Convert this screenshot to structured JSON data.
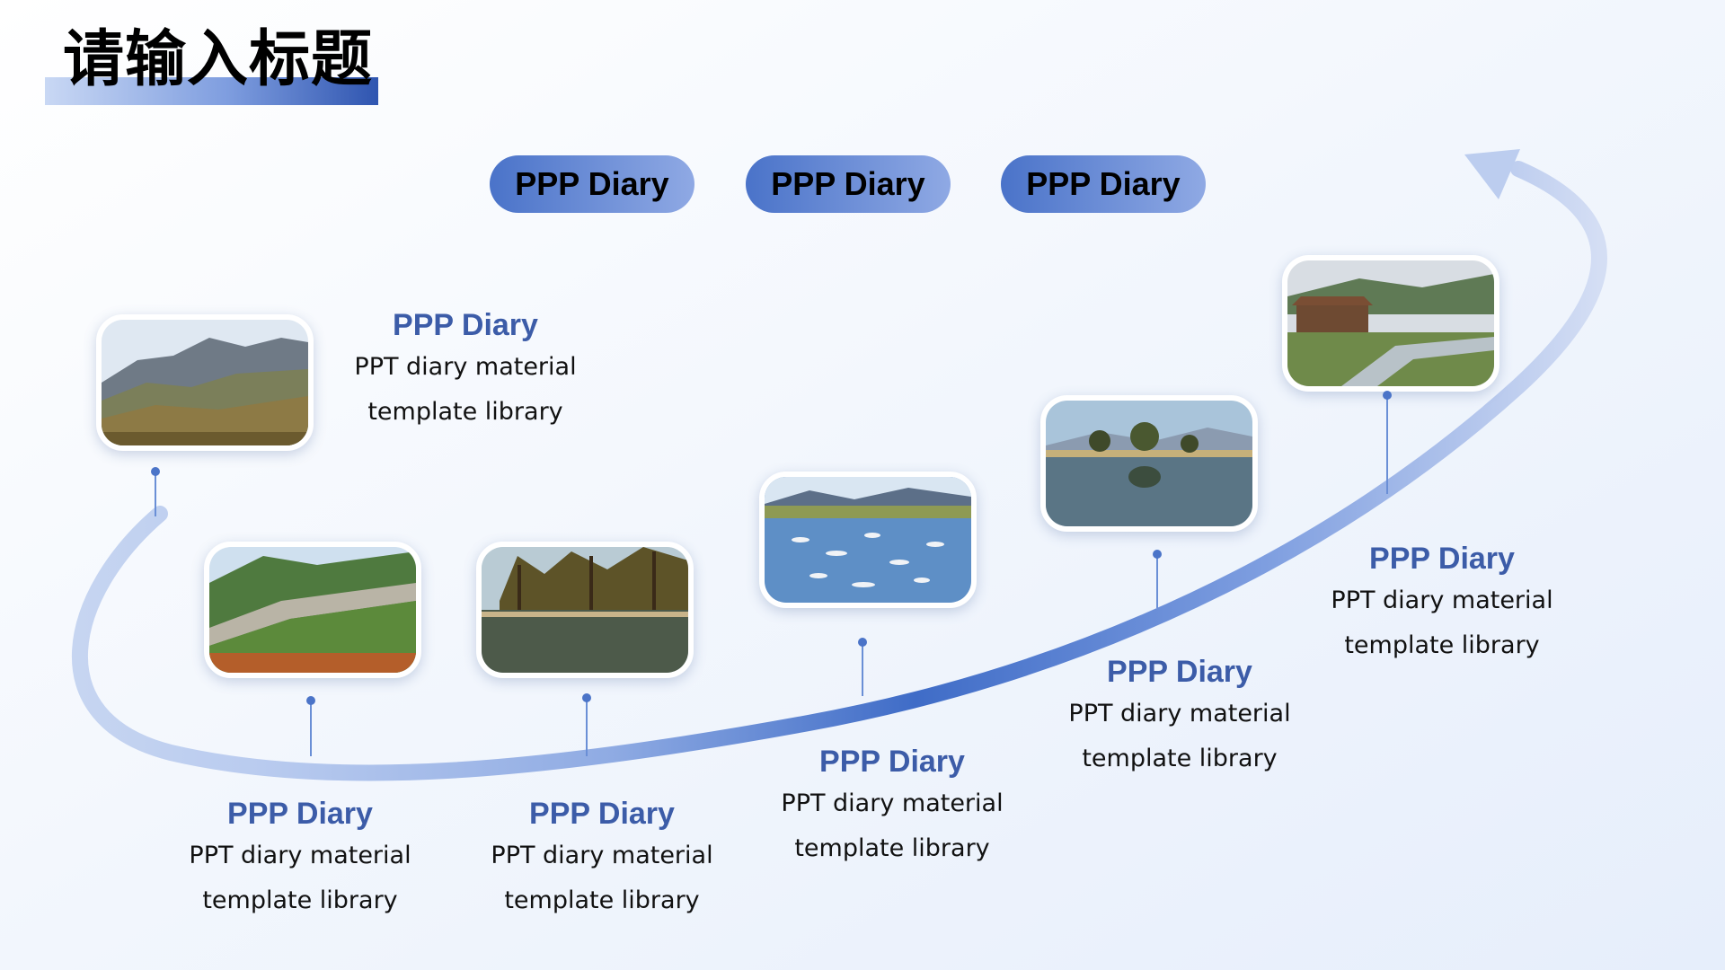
{
  "title": "请输入标题",
  "pills": [
    "PPP Diary",
    "PPP Diary",
    "PPP Diary"
  ],
  "steps": [
    {
      "heading": "PPP Diary",
      "line1": "PPT diary material",
      "line2": "template library",
      "photo": "mountain-landscape"
    },
    {
      "heading": "PPP Diary",
      "line1": "PPT diary material",
      "line2": "template library",
      "photo": "coastal-road"
    },
    {
      "heading": "PPP Diary",
      "line1": "PPT diary material",
      "line2": "template library",
      "photo": "lake-trees"
    },
    {
      "heading": "PPP Diary",
      "line1": "PPT diary material",
      "line2": "template library",
      "photo": "birds-on-lake"
    },
    {
      "heading": "PPP Diary",
      "line1": "PPT diary material",
      "line2": "template library",
      "photo": "reflection-lake"
    },
    {
      "heading": "PPP Diary",
      "line1": "PPT diary material",
      "line2": "template library",
      "photo": "river-cabin"
    }
  ],
  "colors": {
    "accent": "#4a73c9",
    "heading": "#3c5ca8",
    "curve_dark": "#3f6cc7",
    "curve_light": "#dbe5f6"
  }
}
